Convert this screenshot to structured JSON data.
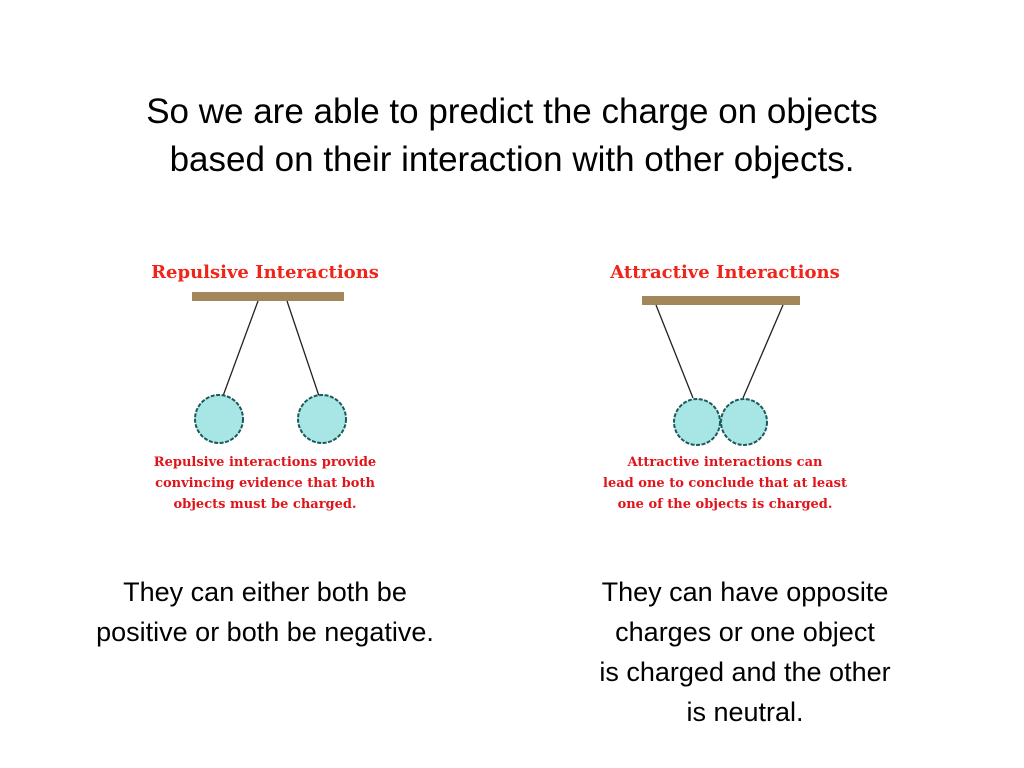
{
  "slide": {
    "title": "So we are able to predict the charge on objects\nbased on their interaction with other objects."
  },
  "figures": {
    "repulsive": {
      "heading": "Repulsive Interactions",
      "caption": "Repulsive interactions provide\nconvincing evidence that both\nobjects must be charged."
    },
    "attractive": {
      "heading": "Attractive Interactions",
      "caption": "Attractive interactions can\nlead one to conclude that at least\none of the objects  is charged."
    }
  },
  "text": {
    "left": "They can either both be\npositive or both be negative.",
    "right": "They can have opposite\ncharges or one object\nis charged and the other\nis neutral."
  },
  "colors": {
    "heading": "#f02418",
    "bar": "#a3865a",
    "ball_fill": "#a8e6e6",
    "ball_outline": "#1a5a5a"
  }
}
